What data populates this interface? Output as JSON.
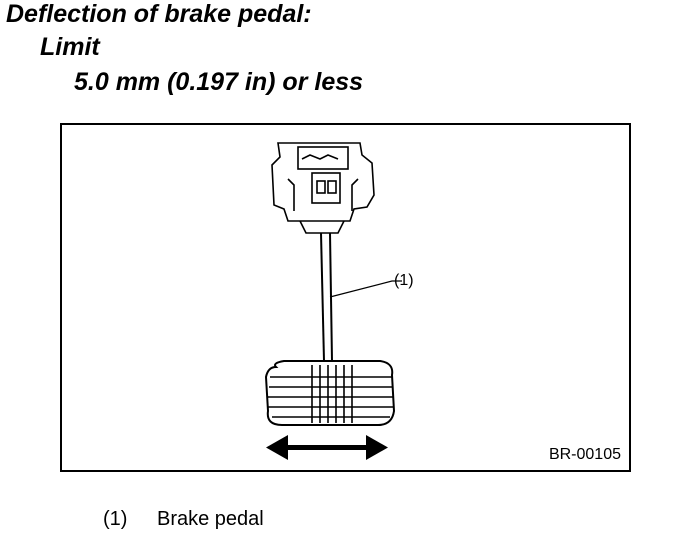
{
  "heading": {
    "line1": "Deflection of brake pedal:",
    "line2": "Limit",
    "line3": "5.0 mm (0.197 in) or less"
  },
  "figure": {
    "callout_label": "(1)",
    "code": "BR-00105"
  },
  "legend": {
    "items": [
      {
        "number": "(1)",
        "text": "Brake pedal"
      }
    ]
  }
}
